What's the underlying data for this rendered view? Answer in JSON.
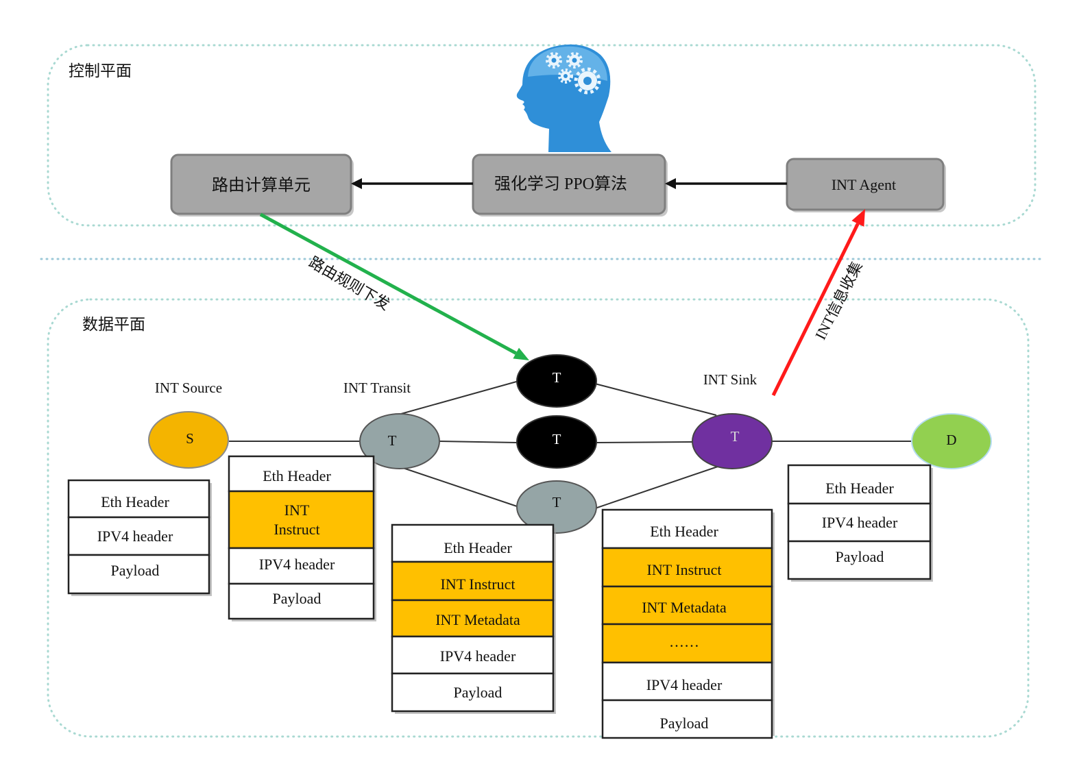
{
  "control_plane": {
    "label": "控制平面"
  },
  "data_plane": {
    "label": "数据平面"
  },
  "boxes": {
    "routing_unit": "路由计算单元",
    "ppo": "强化学习 PPO算法",
    "int_agent": "INT Agent"
  },
  "arrows": {
    "route_rules": "路由规则下发",
    "int_collect": "INT信息收集"
  },
  "roles": {
    "source": "INT Source",
    "transit": "INT Transit",
    "sink": "INT Sink"
  },
  "nodes": {
    "source": "S",
    "transit": "T",
    "top": "T",
    "middle": "T",
    "bottom": "T",
    "sink": "T",
    "destination": "D"
  },
  "packets": [
    {
      "rows": [
        "Eth Header",
        "IPV4 header",
        "Payload"
      ]
    },
    {
      "rows": [
        "Eth Header",
        [
          "INT",
          "Instruct"
        ],
        "IPV4 header",
        "Payload"
      ]
    },
    {
      "rows": [
        "Eth Header",
        "INT Instruct",
        "INT Metadata",
        "IPV4 header",
        "Payload"
      ]
    },
    {
      "rows": [
        "Eth Header",
        "INT Instruct",
        "INT Metadata",
        "……",
        "IPV4 header",
        "Payload"
      ]
    },
    {
      "rows": [
        "Eth Header",
        "IPV4 header",
        "Payload"
      ]
    }
  ],
  "icons": {
    "brain": "brain-icon",
    "gear": "gear-icon"
  },
  "colors": {
    "int_field": "#ffc000",
    "control_box": "#a6a6a6",
    "green_arrow": "#22b14c",
    "red_arrow": "#ff1a1a",
    "source_node": "#f4b400",
    "transit_node": "#95a5a6",
    "core_node": "#000000",
    "sink_node": "#7030a0",
    "destination_node": "#92d050",
    "brain": "#2f8fd8"
  }
}
